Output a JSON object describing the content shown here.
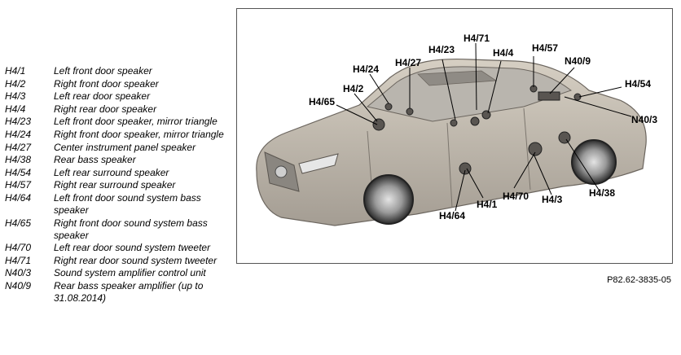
{
  "legend": [
    {
      "code": "H4/1",
      "desc": "Left front door speaker"
    },
    {
      "code": "H4/2",
      "desc": "Right front door speaker"
    },
    {
      "code": "H4/3",
      "desc": "Left rear door speaker"
    },
    {
      "code": "H4/4",
      "desc": "Right rear door speaker"
    },
    {
      "code": "H4/23",
      "desc": "Left front door speaker, mirror triangle"
    },
    {
      "code": "H4/24",
      "desc": "Right front door speaker, mirror triangle"
    },
    {
      "code": "H4/27",
      "desc": "Center instrument panel speaker"
    },
    {
      "code": "H4/38",
      "desc": "Rear bass speaker"
    },
    {
      "code": "H4/54",
      "desc": "Left rear surround speaker"
    },
    {
      "code": "H4/57",
      "desc": "Right rear surround speaker"
    },
    {
      "code": "H4/64",
      "desc": "Left front door sound system bass speaker"
    },
    {
      "code": "H4/65",
      "desc": "Right front door sound system bass speaker"
    },
    {
      "code": "H4/70",
      "desc": "Left rear door sound system tweeter"
    },
    {
      "code": "H4/71",
      "desc": "Right rear door sound system tweeter"
    },
    {
      "code": "N40/3",
      "desc": "Sound system amplifier control unit"
    },
    {
      "code": "N40/9",
      "desc": "Rear bass speaker amplifier (up to 31.08.2014)"
    }
  ],
  "callouts": [
    "H4/71",
    "H4/4",
    "H4/23",
    "H4/57",
    "H4/27",
    "N40/9",
    "H4/24",
    "H4/54",
    "H4/2",
    "H4/65",
    "N40/3",
    "H4/70",
    "H4/3",
    "H4/1",
    "H4/38",
    "H4/64"
  ],
  "figure_ref": "P82.62-3835-05"
}
